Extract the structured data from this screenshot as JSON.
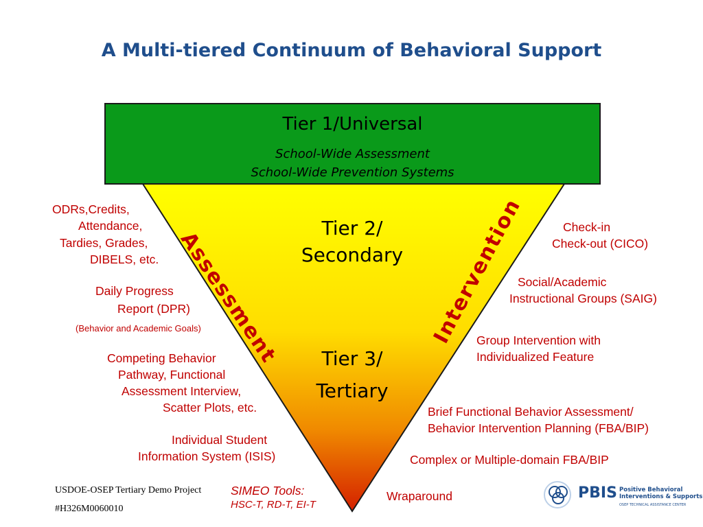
{
  "title": "A Multi-tiered Continuum of Behavioral Support",
  "tier1": {
    "title": "Tier 1/Universal",
    "line1": "School-Wide Assessment",
    "line2": "School-Wide Prevention Systems"
  },
  "tier2": {
    "line1": "Tier 2/",
    "line2": "Secondary"
  },
  "tier3": {
    "line1": "Tier 3/",
    "line2": "Tertiary"
  },
  "diagonal_labels": {
    "left": "Assessment",
    "right": "Intervention"
  },
  "assessment_items": [
    "ODRs,Credits,",
    "Attendance,",
    "Tardies, Grades,",
    "DIBELS, etc.",
    "Daily Progress",
    "Report (DPR)",
    "(Behavior and Academic Goals)",
    "Competing Behavior",
    "Pathway, Functional",
    "Assessment Interview,",
    "Scatter Plots, etc.",
    "Individual Student",
    "Information System (ISIS)"
  ],
  "simeo": {
    "line1": "SIMEO Tools:",
    "line2": "HSC-T, RD-T, EI-T"
  },
  "intervention_items": [
    "Check-in",
    "Check-out (CICO)",
    "Social/Academic",
    "Instructional Groups (SAIG)",
    "Group Intervention with",
    "Individualized Feature",
    "Brief Functional Behavior Assessment/",
    "Behavior Intervention Planning (FBA/BIP)",
    "Complex or Multiple-domain FBA/BIP",
    "Wraparound"
  ],
  "footer": {
    "line1": "USDOE-OSEP Tertiary Demo Project",
    "line2": "#H326M0060010"
  },
  "logo": {
    "name": "PBIS",
    "tagline1": "Positive Behavioral",
    "tagline2": "Interventions & Supports",
    "tagline3": "OSEP TECHNICAL ASSISTANCE CENTER"
  },
  "colors": {
    "title": "#1f4e8c",
    "tier1_fill": "#0a9a1a",
    "funnel_top": "#ffff00",
    "funnel_bottom": "#d42000",
    "text_red": "#c00000",
    "logo_blue": "#1f4e8c"
  }
}
